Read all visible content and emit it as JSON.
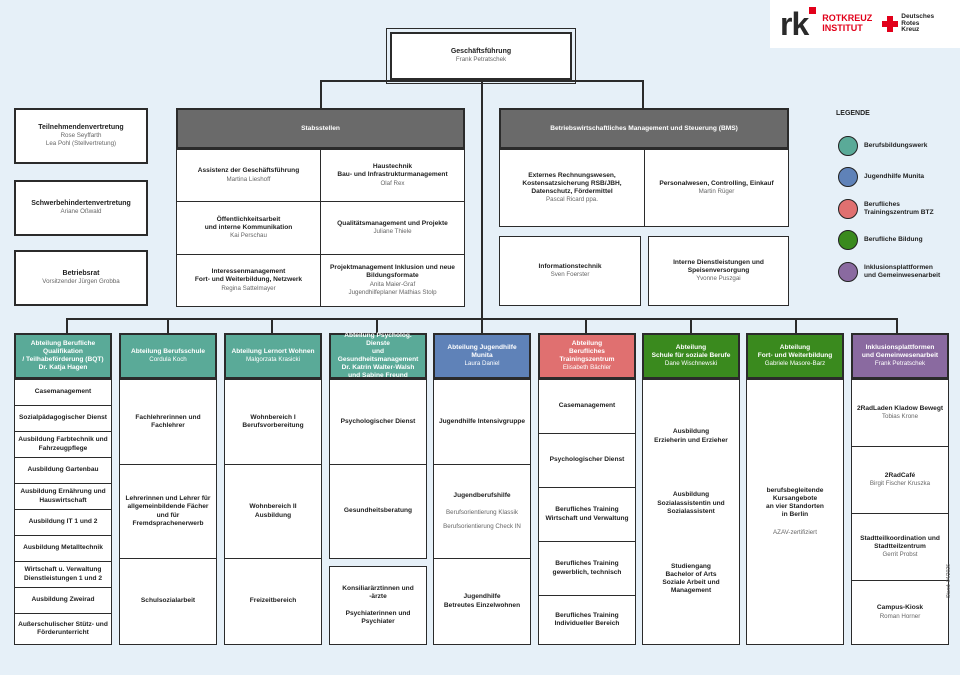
{
  "logo": {
    "mark": "rk",
    "institut_text": "ROTKREUZ\nINSTITUT",
    "drk_text": "Deutsches\nRotes\nKreuz"
  },
  "colors": {
    "berufsbildungswerk": "#5aaa98",
    "jugendhilfe": "#5f82b8",
    "btz": "#e07070",
    "berufliche_bildung": "#3a8a1e",
    "inklusion": "#8a6aa0",
    "stab": "#6a6a6a"
  },
  "top": {
    "title": "Geschäftsführung",
    "person": "Frank Petratschek"
  },
  "left_boxes": [
    {
      "title": "Teilnehmendenvertretung",
      "person": "Rose Seyffarth\nLea Pohl (Stellvertretung)"
    },
    {
      "title": "Schwerbehindertenvertretung",
      "person": "Ariane Oßwald"
    },
    {
      "title": "Betriebsrat",
      "person": "Vorsitzender Jürgen Grobba"
    }
  ],
  "stab": {
    "header": "Stabsstellen",
    "cells": [
      {
        "title": "Assistenz der Geschäftsführung",
        "person": "Martina Lieshoff"
      },
      {
        "title": "Haustechnik\nBau- und Infrastrukturmanagement",
        "person": "Olaf Rex"
      },
      {
        "title": "Öffentlichkeitsarbeit\nund interne Kommunikation",
        "person": "Kai Perschau"
      },
      {
        "title": "Qualitätsmanagement und Projekte",
        "person": "Juliane Thiele"
      },
      {
        "title": "Interessenmanagement\nFort- und Weiterbildung, Netzwerk",
        "person": "Regina Sattelmayer"
      },
      {
        "title": "Projektmanagement Inklusion und neue\nBildungsformate",
        "person": "Anita Maier-Graf\nJugendhilfeplaner Mathias Stolp"
      }
    ]
  },
  "bms": {
    "header": "Betriebswirtschaftliches Management und Steuerung (BMS)",
    "cells": [
      {
        "title": "Externes Rechnungswesen,\nKostensatzsicherung RSB/JBH,\nDatenschutz, Fördermittel",
        "person": "Pascal Ricard ppa."
      },
      {
        "title": "Personalwesen, Controlling, Einkauf",
        "person": "Martin Rüger"
      },
      {
        "title": "Informationstechnik",
        "person": "Sven Foerster"
      },
      {
        "title": "Interne Dienstleistungen und\nSpeisenversorgung",
        "person": "Yvonne Puszgai"
      }
    ]
  },
  "legend": {
    "title": "LEGENDE",
    "items": [
      {
        "label": "Berufsbildungswerk",
        "color": "#5aaa98"
      },
      {
        "label": "Jugendhilfe Munita",
        "color": "#5f82b8"
      },
      {
        "label": "Berufliches\nTrainingszentrum BTZ",
        "color": "#e07070"
      },
      {
        "label": "Berufliche Bildung",
        "color": "#3a8a1e"
      },
      {
        "label": "Inklusionsplattformen\nund Gemeinwesenarbeit",
        "color": "#8a6aa0"
      }
    ]
  },
  "departments": [
    {
      "title": "Abteilung Berufliche\nQualifikation\n/ Teilhabeförderung (BQT)",
      "person": "Dr. Katja Hagen",
      "color": "#5aaa98",
      "items": [
        "Casemanagement",
        "Sozialpädagogischer Dienst",
        "Ausbildung Farbtechnik und\nFahrzeugpflege",
        "Ausbildung Gartenbau",
        "Ausbildung Ernährung und\nHauswirtschaft",
        "Ausbildung IT 1 und 2",
        "Ausbildung Metalltechnik",
        "Wirtschaft u. Verwaltung\nDienstleistungen 1 und 2",
        "Ausbildung Zweirad",
        "Außerschulischer Stütz- und\nFörderunterricht"
      ]
    },
    {
      "title": "Abteilung Berufsschule",
      "person": "Cordula Koch",
      "color": "#5aaa98",
      "items": [
        "Fachlehrerinnen und\nFachlehrer",
        "Lehrerinnen und Lehrer für\nallgemeinbildende Fächer\nund für Fremdsprachenerwerb",
        "Schulsozialarbeit"
      ]
    },
    {
      "title": "Abteilung Lernort Wohnen",
      "person": "Malgorzata Krasicki",
      "color": "#5aaa98",
      "items": [
        "Wohnbereich I\nBerufsvorbereitung",
        "Wohnbereich II\nAusbildung",
        "Freizeitbereich"
      ]
    },
    {
      "title": "Abteilung Psycholog. Dienste\nund Gesundheitsmanagement",
      "person": "Dr. Katrin Walter-Walsh\nund Sabine Freund",
      "color": "#5aaa98",
      "items": [
        "Psychologischer Dienst",
        "Gesundheitsberatung",
        "Konsiliarärztinnen und -ärzte\n\nPsychiaterinnen und\nPsychiater"
      ]
    },
    {
      "title": "Abteilung Jugendhilfe Munita",
      "person": "Laura Daniel",
      "color": "#5f82b8",
      "items": [
        "Jugendhilfe Intensivgruppe",
        "Jugendberufshilfe",
        "Jugendhilfe\nBetreutes Einzelwohnen"
      ],
      "subs": [
        "Berufsorientierung Klassik",
        "Berufsorientierung Check IN"
      ]
    },
    {
      "title": "Abteilung\nBerufliches Trainingszentrum",
      "person": "Elisabeth Bächler",
      "color": "#e07070",
      "items": [
        "Casemanagement",
        "Psychologischer Dienst",
        "Berufliches Training\nWirtschaft und Verwaltung",
        "Berufliches Training\ngewerblich, technisch",
        "Berufliches Training\nIndividueller Bereich"
      ]
    },
    {
      "title": "Abteilung\nSchule für soziale Berufe",
      "person": "Dane Wischnewski",
      "color": "#3a8a1e",
      "items": [
        "Ausbildung\nErzieherin und Erzieher",
        "Ausbildung\nSozialassistentin und\nSozialassistent",
        "Studiengang\nBachelor of Arts\nSoziale Arbeit und\nManagement"
      ]
    },
    {
      "title": "Abteilung\nFort- und Weiterbildung",
      "person": "Gabriele Masore-Barz",
      "color": "#3a8a1e",
      "items": [
        "berufsbegleitende\nKursangebote\nan vier Standorten\nin Berlin"
      ],
      "note": "AZAV-zertifiziert"
    },
    {
      "title": "Inklusionsplattformen\nund Gemeinwesenarbeit",
      "person": "Frank Petratschek",
      "color": "#8a6aa0",
      "items": [
        "2RadLaden Kladow Bewegt",
        "2RadCafé",
        "Stadtteilkoordination und\nStadtteilzentrum",
        "Campus-Kiosk"
      ],
      "persons": [
        "Tobias Krone",
        "Birgit Fischer Kruszka",
        "Gerrit Probst",
        "Roman Horner"
      ]
    }
  ],
  "stand": "Stand: 04/2026"
}
